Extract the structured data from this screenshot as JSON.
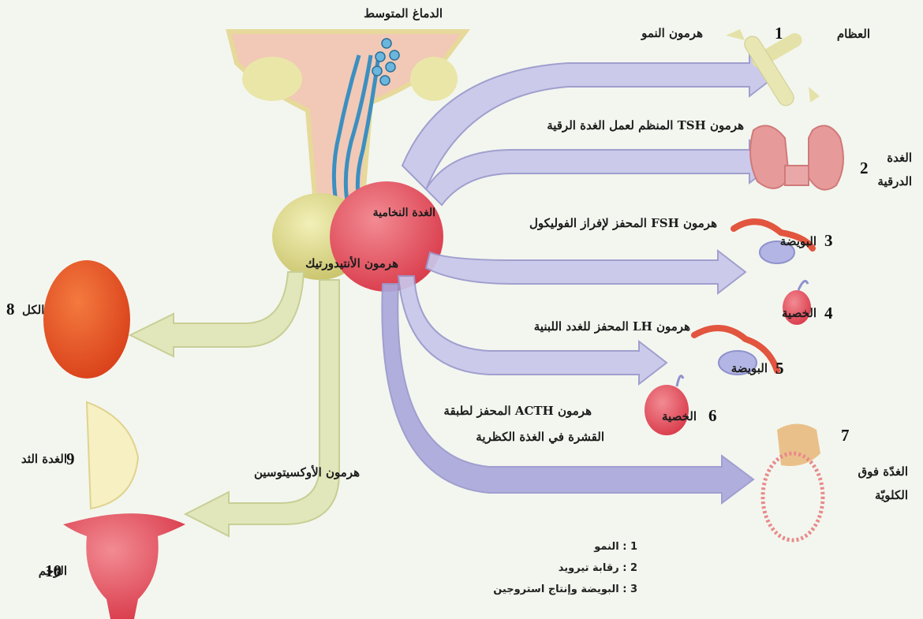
{
  "brain": {
    "label": "الدماغ المتوسط"
  },
  "pituitary": {
    "label": "الغدة النخامية"
  },
  "hormones": {
    "growth": "هرمون النمو",
    "tsh": "هرمون TSH المنظم لعمل الغدة الرقية",
    "fsh": "هرمون FSH المحفز لإفراز الفوليكول",
    "lh": "هرمون LH المحفز للغدد اللبنية",
    "acth_line1": "هرمون ACTH المحفز لطبقة",
    "acth_line2": "القشرة في الغذة الكظرية",
    "adh": "هرمون الأنتيدورتيك",
    "oxytocin": "هرمون الأوكسيتوسين"
  },
  "targets": [
    {
      "num": "1",
      "label": "العظام"
    },
    {
      "num": "2",
      "label": "الغدة الدرقية"
    },
    {
      "num": "3",
      "label": "البويضة"
    },
    {
      "num": "4",
      "label": "الخصية"
    },
    {
      "num": "5",
      "label": "البويضة"
    },
    {
      "num": "6",
      "label": "الخصية"
    },
    {
      "num": "7",
      "label": "الغدّة فوق الكلويّة"
    },
    {
      "num": "8",
      "label": "الكل"
    },
    {
      "num": "9",
      "label": "الغدة الثد"
    },
    {
      "num": "10",
      "label": "الرّحم"
    }
  ],
  "legend": [
    "1 : النمو",
    "2 : رقابة تيرويد",
    "3 : البويضة وإنتاج استروجين"
  ]
}
